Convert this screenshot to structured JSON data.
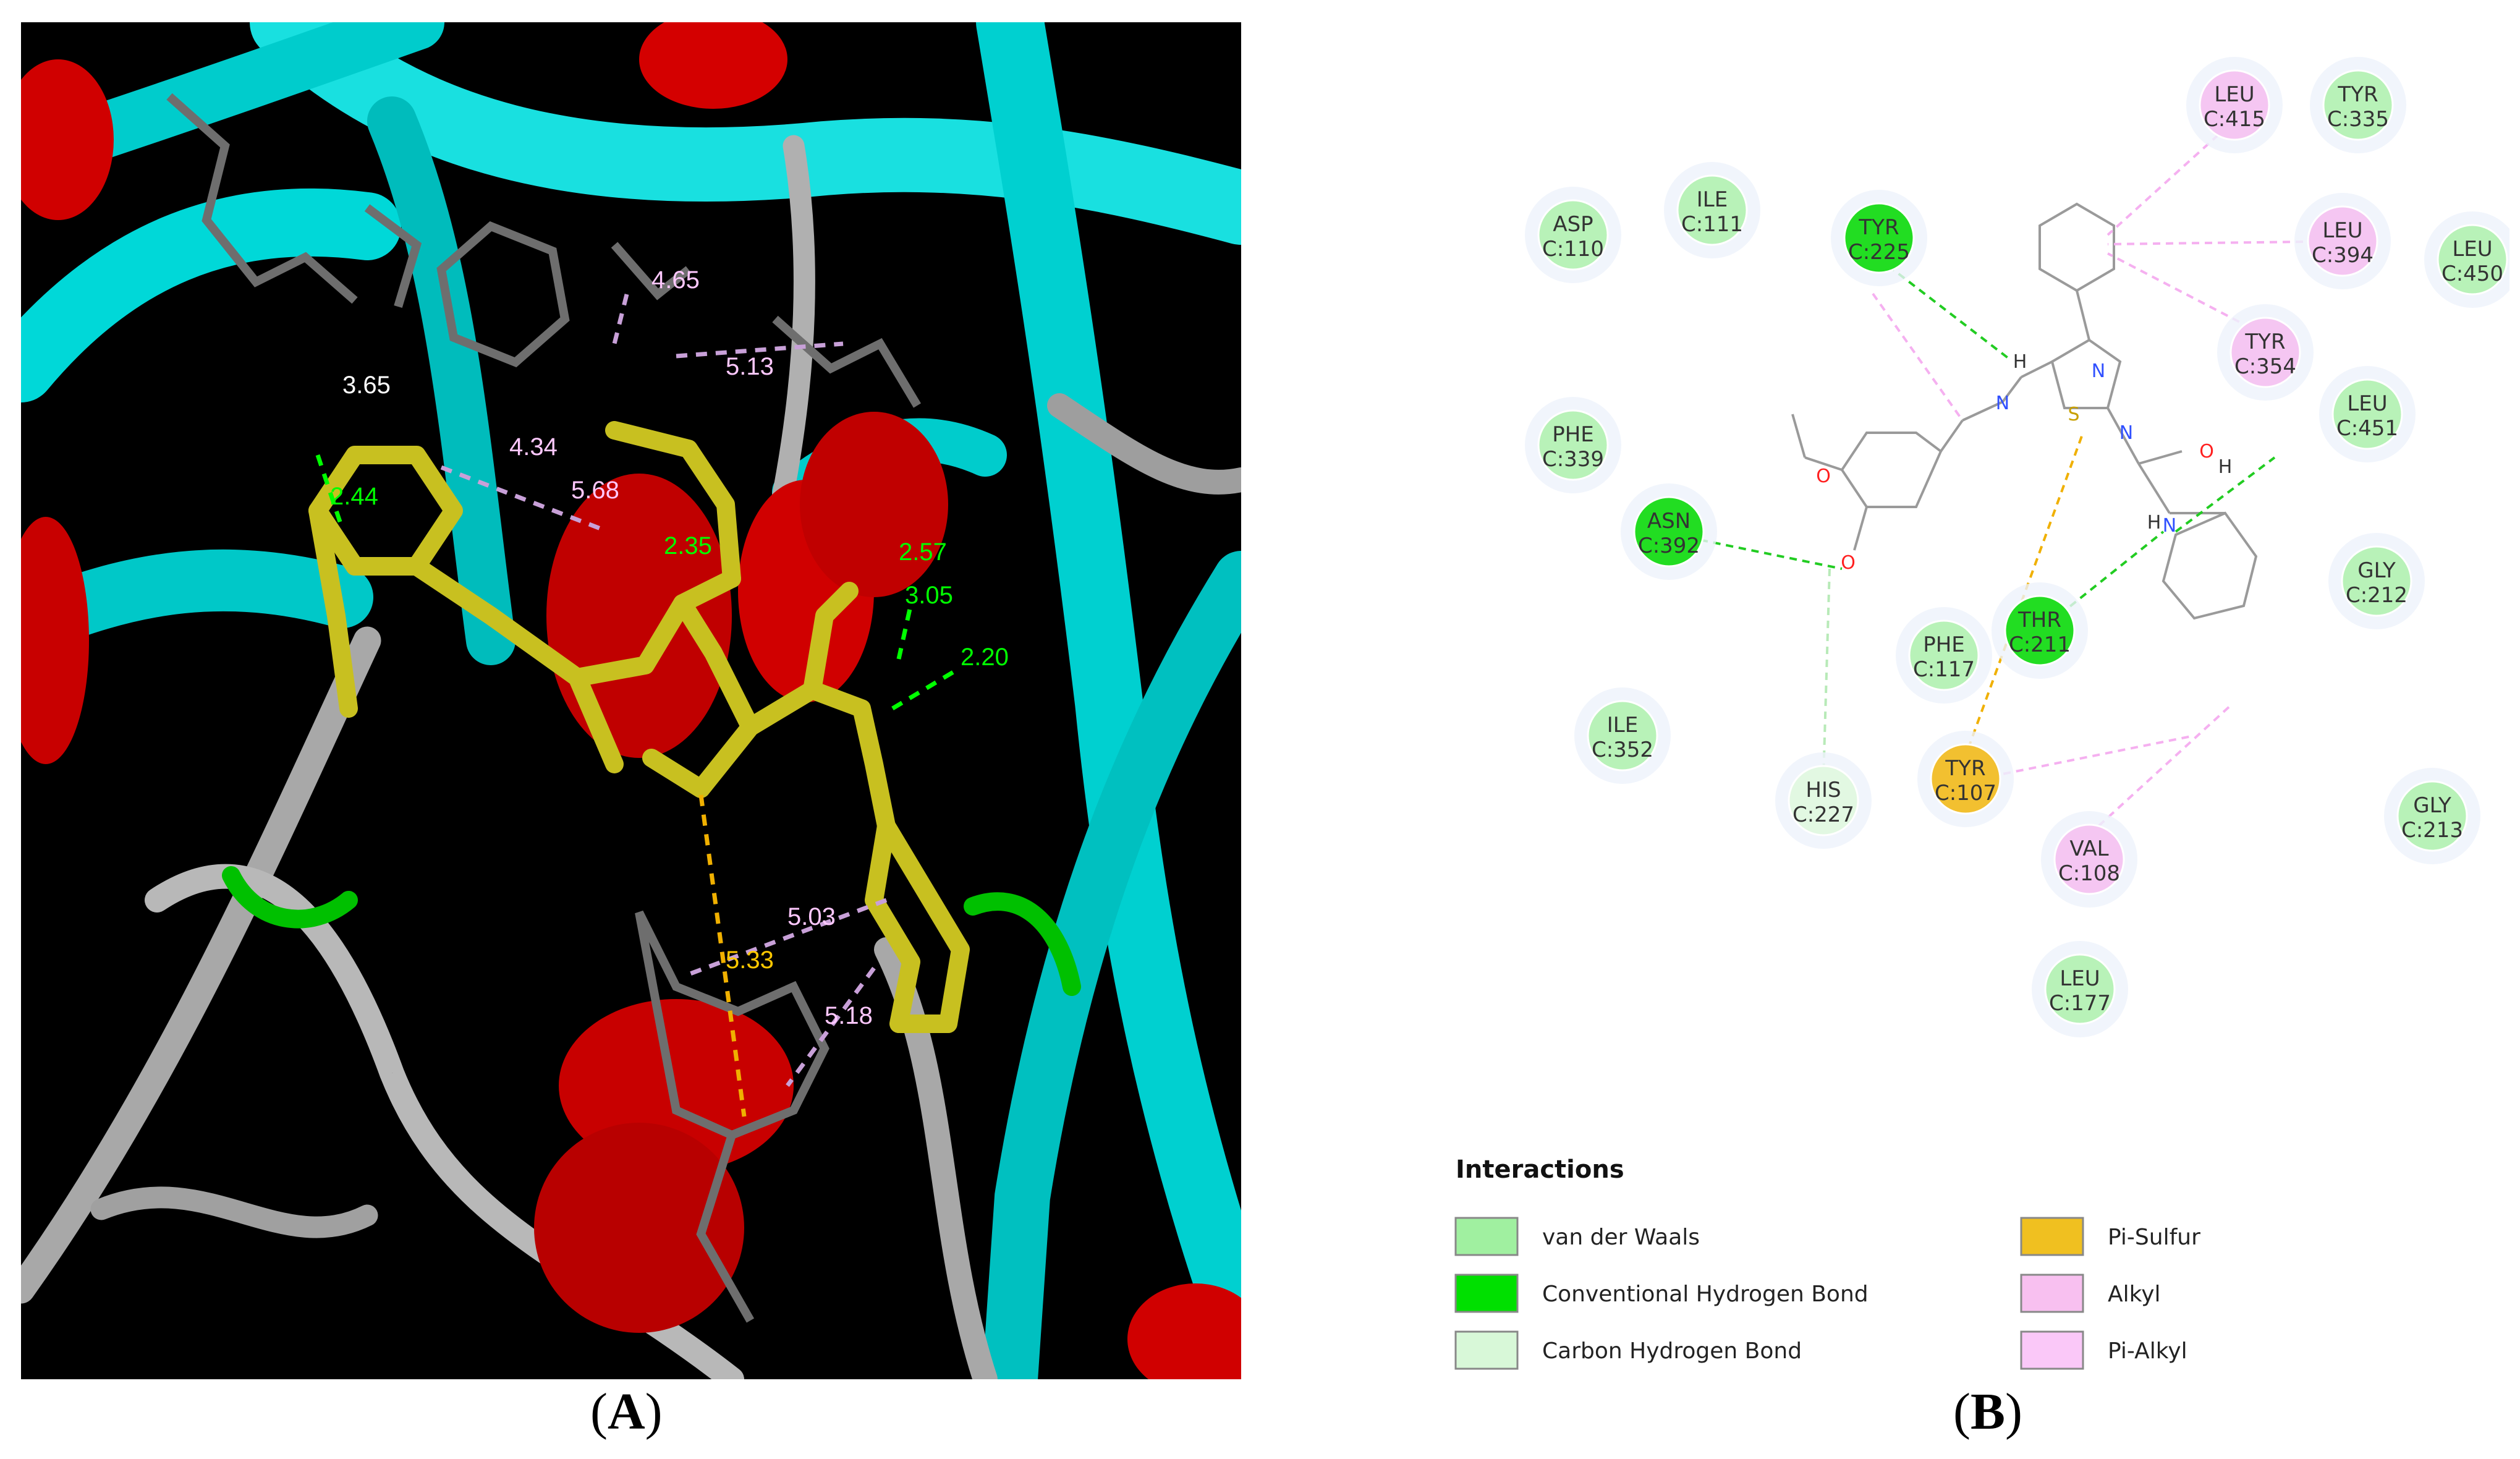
{
  "panel_a": {
    "caption": "A",
    "distances": [
      {
        "label": "3.65",
        "color": "#ffffff"
      },
      {
        "label": "2.44",
        "color": "#00ff00"
      },
      {
        "label": "4.34",
        "color": "#ffc8ff"
      },
      {
        "label": "5.68",
        "color": "#ffc8ff"
      },
      {
        "label": "4.65",
        "color": "#ffc8ff"
      },
      {
        "label": "5.13",
        "color": "#ffc8ff"
      },
      {
        "label": "2.35",
        "color": "#00ff00"
      },
      {
        "label": "2.57",
        "color": "#00ff00"
      },
      {
        "label": "3.05",
        "color": "#00ff00"
      },
      {
        "label": "2.20",
        "color": "#00ff00"
      },
      {
        "label": "5.03",
        "color": "#ffc8ff"
      },
      {
        "label": "5.33",
        "color": "#ffc800"
      },
      {
        "label": "5.18",
        "color": "#ffc8ff"
      }
    ]
  },
  "panel_b": {
    "caption": "B",
    "residues": [
      {
        "name": "ASP",
        "chain": "C:110",
        "type": "vdw"
      },
      {
        "name": "ILE",
        "chain": "C:111",
        "type": "vdw"
      },
      {
        "name": "TYR",
        "chain": "C:225",
        "type": "hbond"
      },
      {
        "name": "LEU",
        "chain": "C:415",
        "type": "alkyl"
      },
      {
        "name": "TYR",
        "chain": "C:335",
        "type": "vdw"
      },
      {
        "name": "LEU",
        "chain": "C:394",
        "type": "alkyl"
      },
      {
        "name": "LEU",
        "chain": "C:450",
        "type": "vdw"
      },
      {
        "name": "TYR",
        "chain": "C:354",
        "type": "alkyl"
      },
      {
        "name": "LEU",
        "chain": "C:451",
        "type": "vdw"
      },
      {
        "name": "PHE",
        "chain": "C:339",
        "type": "vdw"
      },
      {
        "name": "ASN",
        "chain": "C:392",
        "type": "hbond"
      },
      {
        "name": "GLY",
        "chain": "C:212",
        "type": "vdw"
      },
      {
        "name": "THR",
        "chain": "C:211",
        "type": "hbond"
      },
      {
        "name": "PHE",
        "chain": "C:117",
        "type": "vdw"
      },
      {
        "name": "ILE",
        "chain": "C:352",
        "type": "vdw"
      },
      {
        "name": "HIS",
        "chain": "C:227",
        "type": "chbond"
      },
      {
        "name": "TYR",
        "chain": "C:107",
        "type": "pisulfur"
      },
      {
        "name": "VAL",
        "chain": "C:108",
        "type": "alkyl"
      },
      {
        "name": "GLY",
        "chain": "C:213",
        "type": "vdw"
      },
      {
        "name": "LEU",
        "chain": "C:177",
        "type": "vdw"
      }
    ],
    "atoms": [
      "H",
      "N",
      "N",
      "N",
      "O",
      "O",
      "O",
      "H",
      "S",
      "H",
      "N"
    ],
    "legend": {
      "title": "Interactions",
      "items": [
        {
          "label": "van der Waals",
          "color": "#a0f0a0"
        },
        {
          "label": "Conventional Hydrogen Bond",
          "color": "#00e000"
        },
        {
          "label": "Carbon Hydrogen Bond",
          "color": "#d8f8d8"
        },
        {
          "label": "Pi-Sulfur",
          "color": "#f0c020"
        },
        {
          "label": "Alkyl",
          "color": "#f8c0f0"
        },
        {
          "label": "Pi-Alkyl",
          "color": "#fac8f8"
        }
      ]
    },
    "type_colors": {
      "vdw": "#b8f2b8",
      "hbond": "#22dd22",
      "chbond": "#e2f8e2",
      "pisulfur": "#f2c030",
      "alkyl": "#f5c6f2"
    }
  }
}
